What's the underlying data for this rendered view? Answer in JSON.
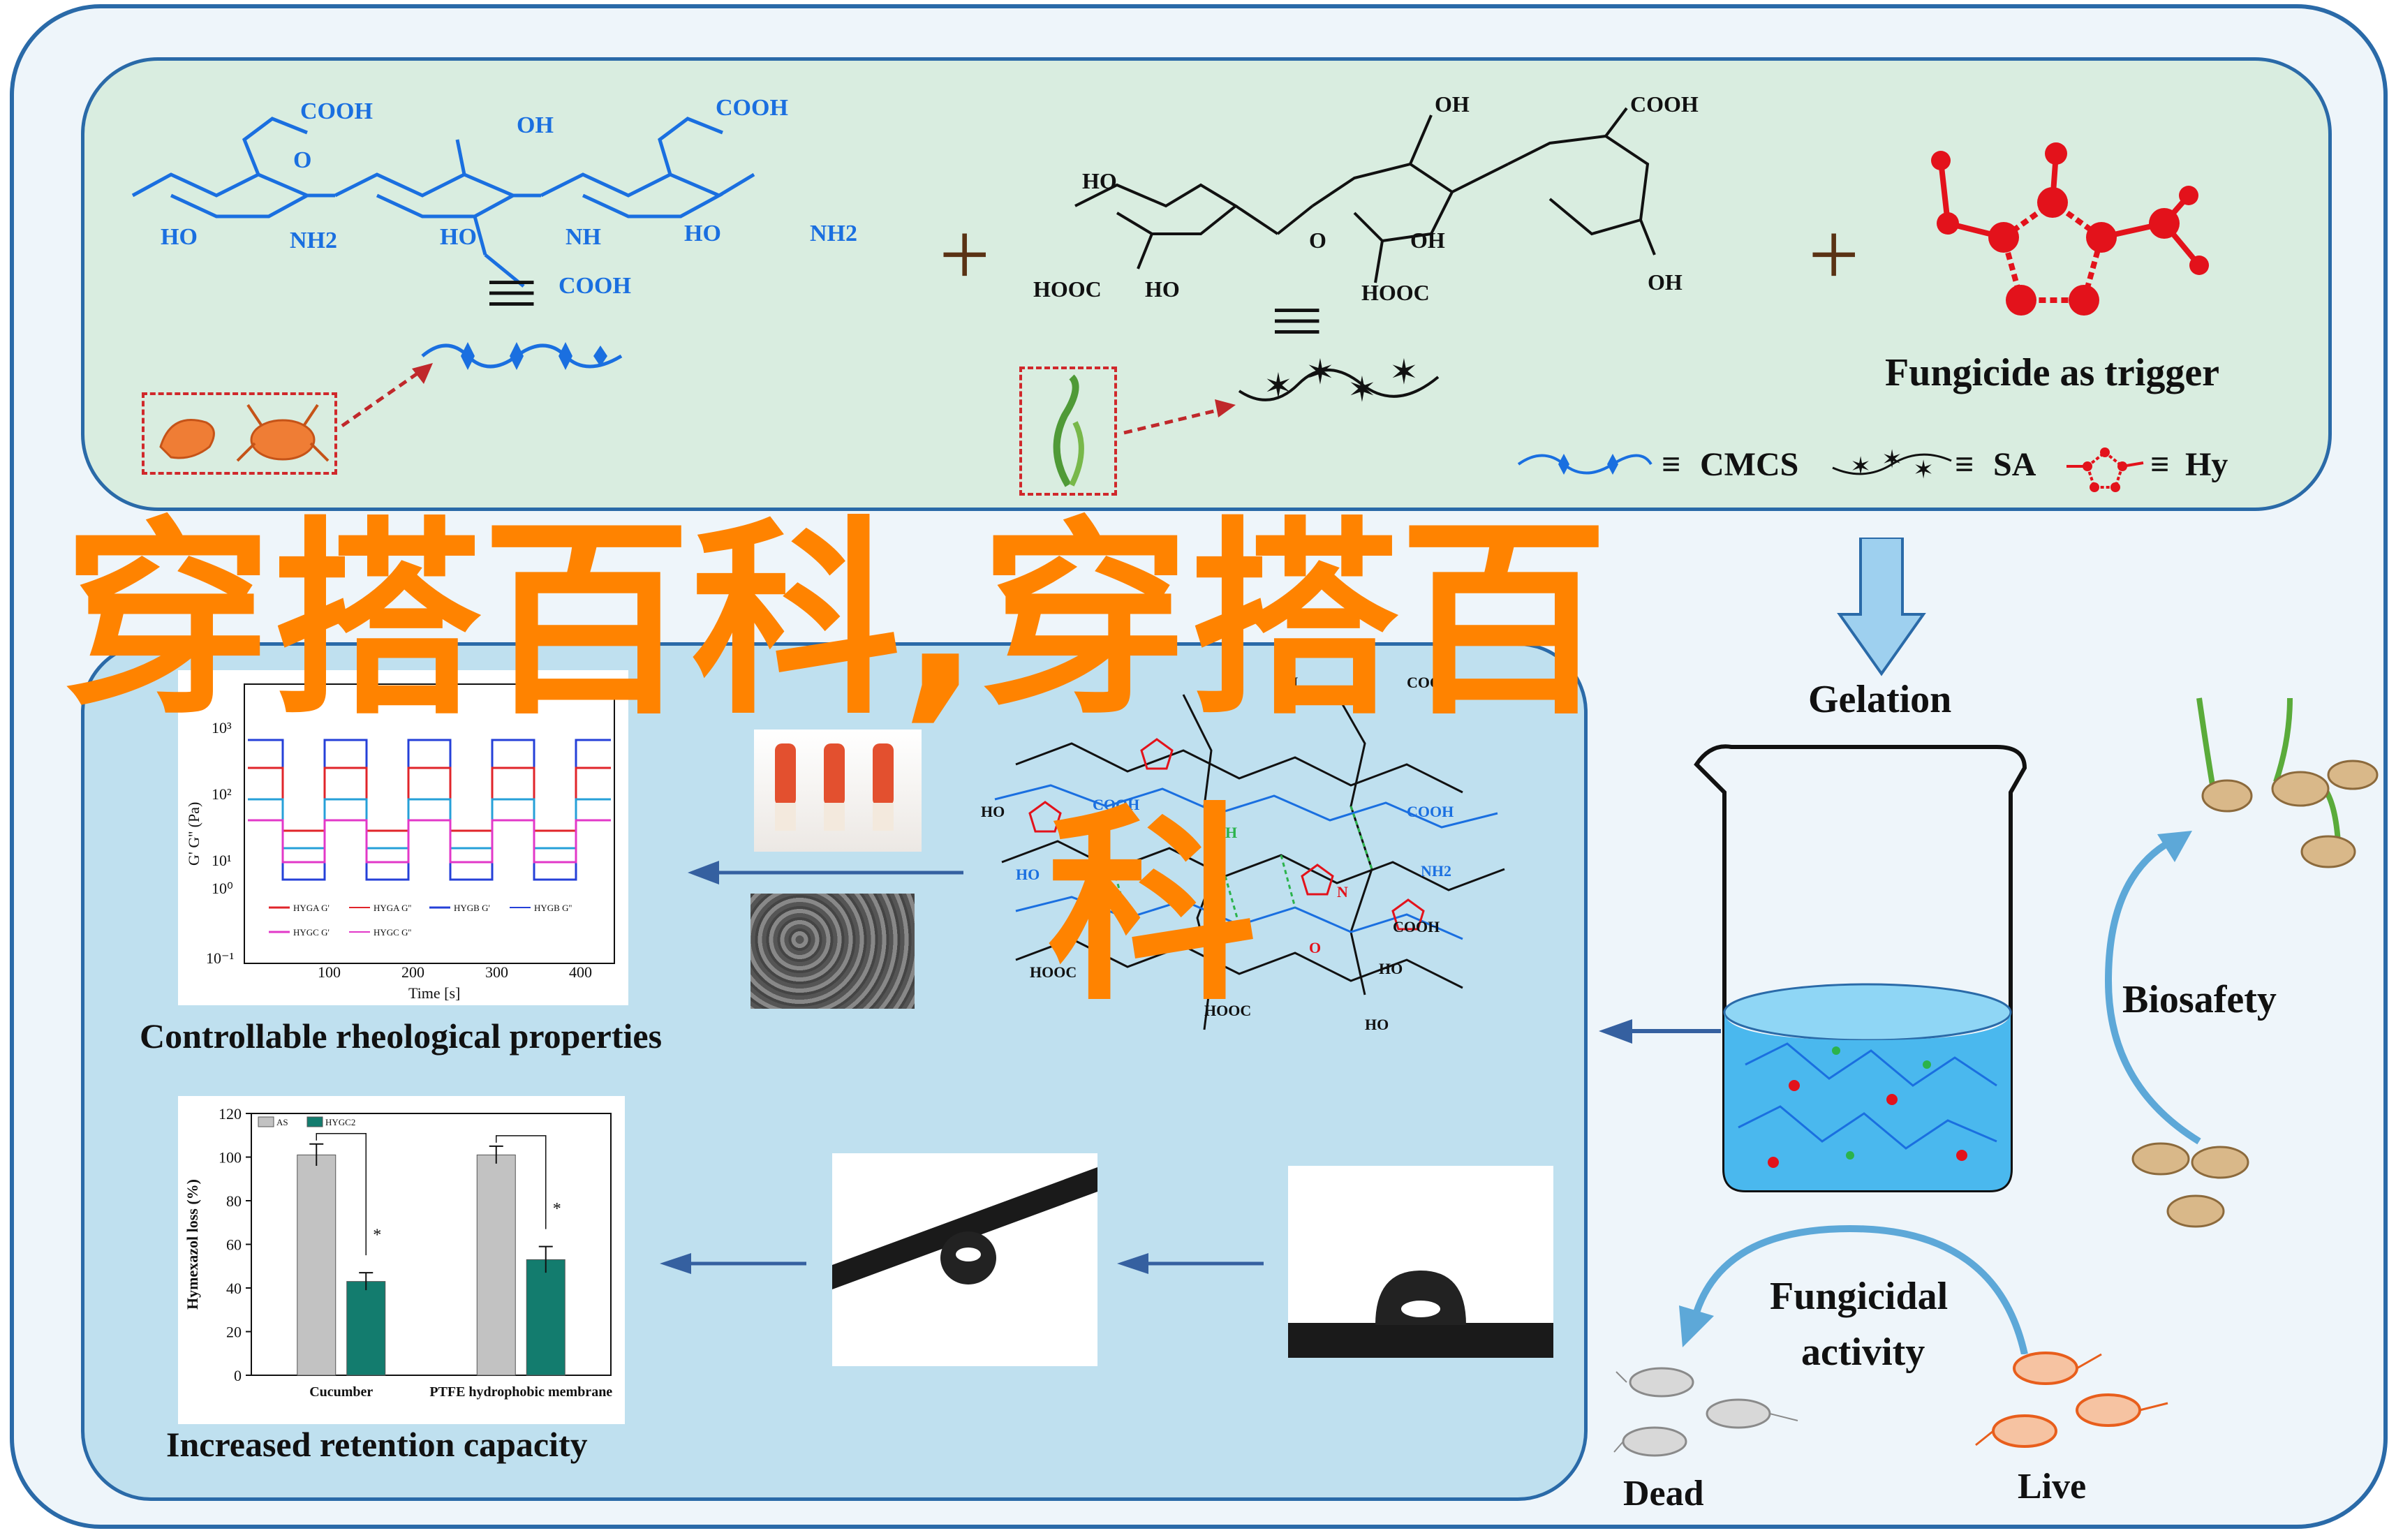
{
  "colors": {
    "frame_fill": "#eef5fa",
    "frame_stroke": "#2a6aa8",
    "top_panel_fill": "#d9ede0",
    "bottom_panel_fill": "#bfe0ef",
    "cmcs_blue": "#1a6fe0",
    "sa_black": "#111111",
    "hy_red": "#e3121b",
    "arrow_blue": "#3560a0",
    "watermark_orange": "#ff8300"
  },
  "top_panel": {
    "cmcs_formula": {
      "cooh_a": "COOH",
      "cooh_b": "COOH",
      "cooh_c": "COOH",
      "oh": "OH",
      "ho_a": "HO",
      "ho_b": "HO",
      "ho_c": "HO",
      "nh2_a": "NH2",
      "nh2_b": "NH2",
      "nh": "NH",
      "o": "O"
    },
    "sa_formula": {
      "oh_a": "OH",
      "oh_b": "OH",
      "oh_c": "OH",
      "ho_a": "HO",
      "ho_b": "HO",
      "cooh": "COOH",
      "hooc_a": "HOOC",
      "hooc_b": "HOOC",
      "o": "O"
    },
    "plus": "+",
    "equiv": "|||",
    "fungicide_trigger": "Fungicide as trigger",
    "legend": [
      {
        "symbol": "≡",
        "label": "CMCS"
      },
      {
        "symbol": "≡",
        "label": "SA"
      },
      {
        "symbol": "≡",
        "label": "Hy"
      }
    ]
  },
  "gelation": {
    "label": "Gelation"
  },
  "rheology_chart": {
    "caption": "Controllable rheological properties",
    "ylabel": "G' G'' (Pa)",
    "xlabel": "Time [s]",
    "y_ticks": [
      "10³",
      "10²",
      "10¹",
      "10⁰",
      "10⁻¹"
    ],
    "x_ticks": [
      "100",
      "200",
      "300",
      "400"
    ],
    "legend": [
      "HYGA G'",
      "HYGA G''",
      "HYGB G'",
      "HYGB G''",
      "HYGC G'",
      "HYGC G''"
    ]
  },
  "network": {
    "labels": [
      "OH",
      "COOH",
      "COOH",
      "COOH",
      "HO",
      "HO",
      "NH2",
      "NH2",
      "HOOC",
      "HOOC",
      "H",
      "N",
      "O",
      "COOH",
      "HO",
      "HO"
    ]
  },
  "chart_data": {
    "type": "bar",
    "categories": [
      "Cucumber",
      "PTFE hydrophobic membrane"
    ],
    "series": [
      {
        "name": "AS",
        "values": [
          101,
          101
        ],
        "errors": [
          5,
          4
        ]
      },
      {
        "name": "HYGC2",
        "values": [
          43,
          53
        ],
        "errors": [
          4,
          6
        ]
      }
    ],
    "ylabel": "Hymexazol loss (%)",
    "y_ticks": [
      "0",
      "20",
      "40",
      "60",
      "80",
      "100",
      "120"
    ],
    "ylim": [
      0,
      120
    ],
    "significance": [
      "*",
      "*"
    ],
    "legend_placement": "top-left",
    "grid": false
  },
  "retention": {
    "caption": "Increased retention capacity"
  },
  "biosafety": {
    "label": "Biosafety"
  },
  "fungicidal": {
    "label_line1": "Fungicidal",
    "label_line2": "activity",
    "dead": "Dead",
    "live": "Live"
  },
  "watermark": {
    "line1": "穿搭百科,穿搭百",
    "line2": "科"
  }
}
